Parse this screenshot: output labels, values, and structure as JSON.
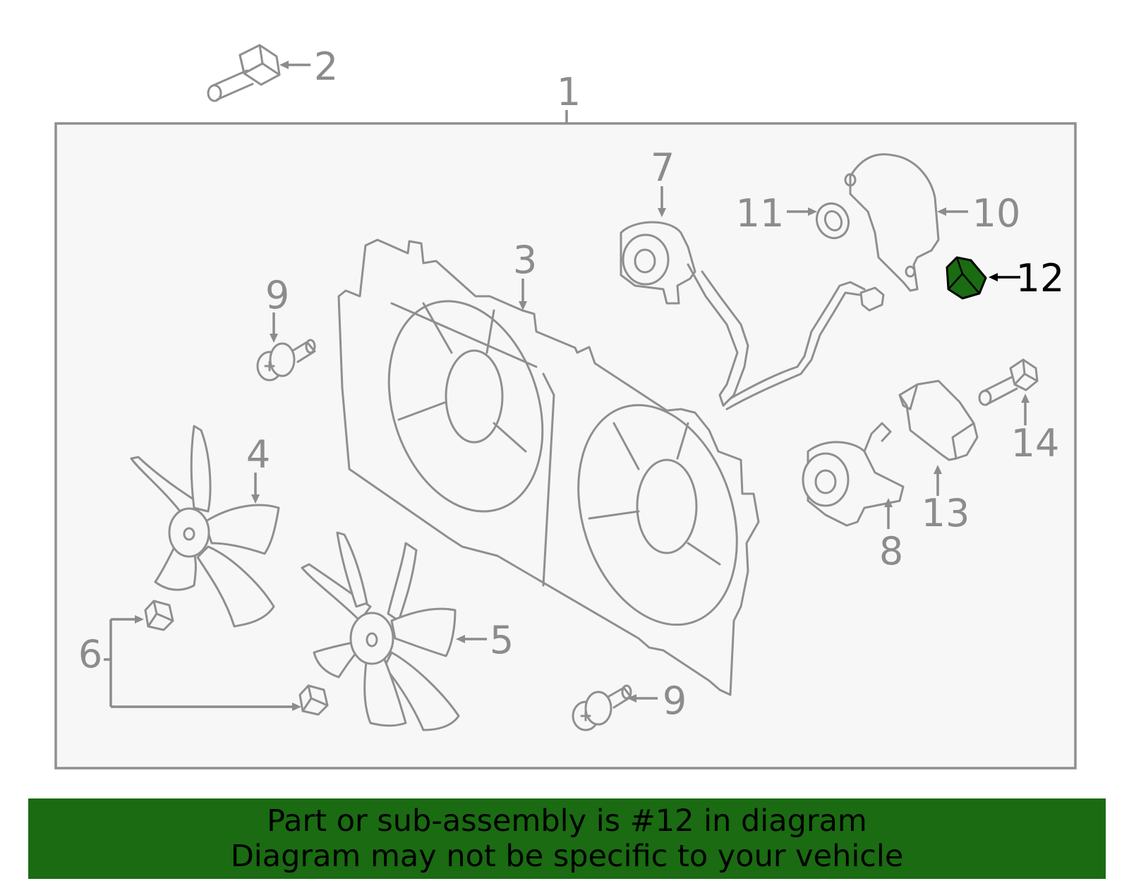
{
  "diagram": {
    "highlighted_part": "12",
    "highlight_color": "#1a6b12",
    "outline_color": "#8f8f8f",
    "panel_color": "#f7f7f7",
    "callouts": {
      "c1": "1",
      "c2": "2",
      "c3": "3",
      "c4": "4",
      "c5": "5",
      "c6": "6",
      "c7": "7",
      "c8": "8",
      "c9a": "9",
      "c9b": "9",
      "c10": "10",
      "c11": "11",
      "c12": "12",
      "c13": "13",
      "c14": "14"
    }
  },
  "banner": {
    "background": "#1a6b12",
    "text_color": "#000000",
    "line1": "Part or sub-assembly is #12 in diagram",
    "line2": "Diagram may not be specific to your vehicle"
  }
}
